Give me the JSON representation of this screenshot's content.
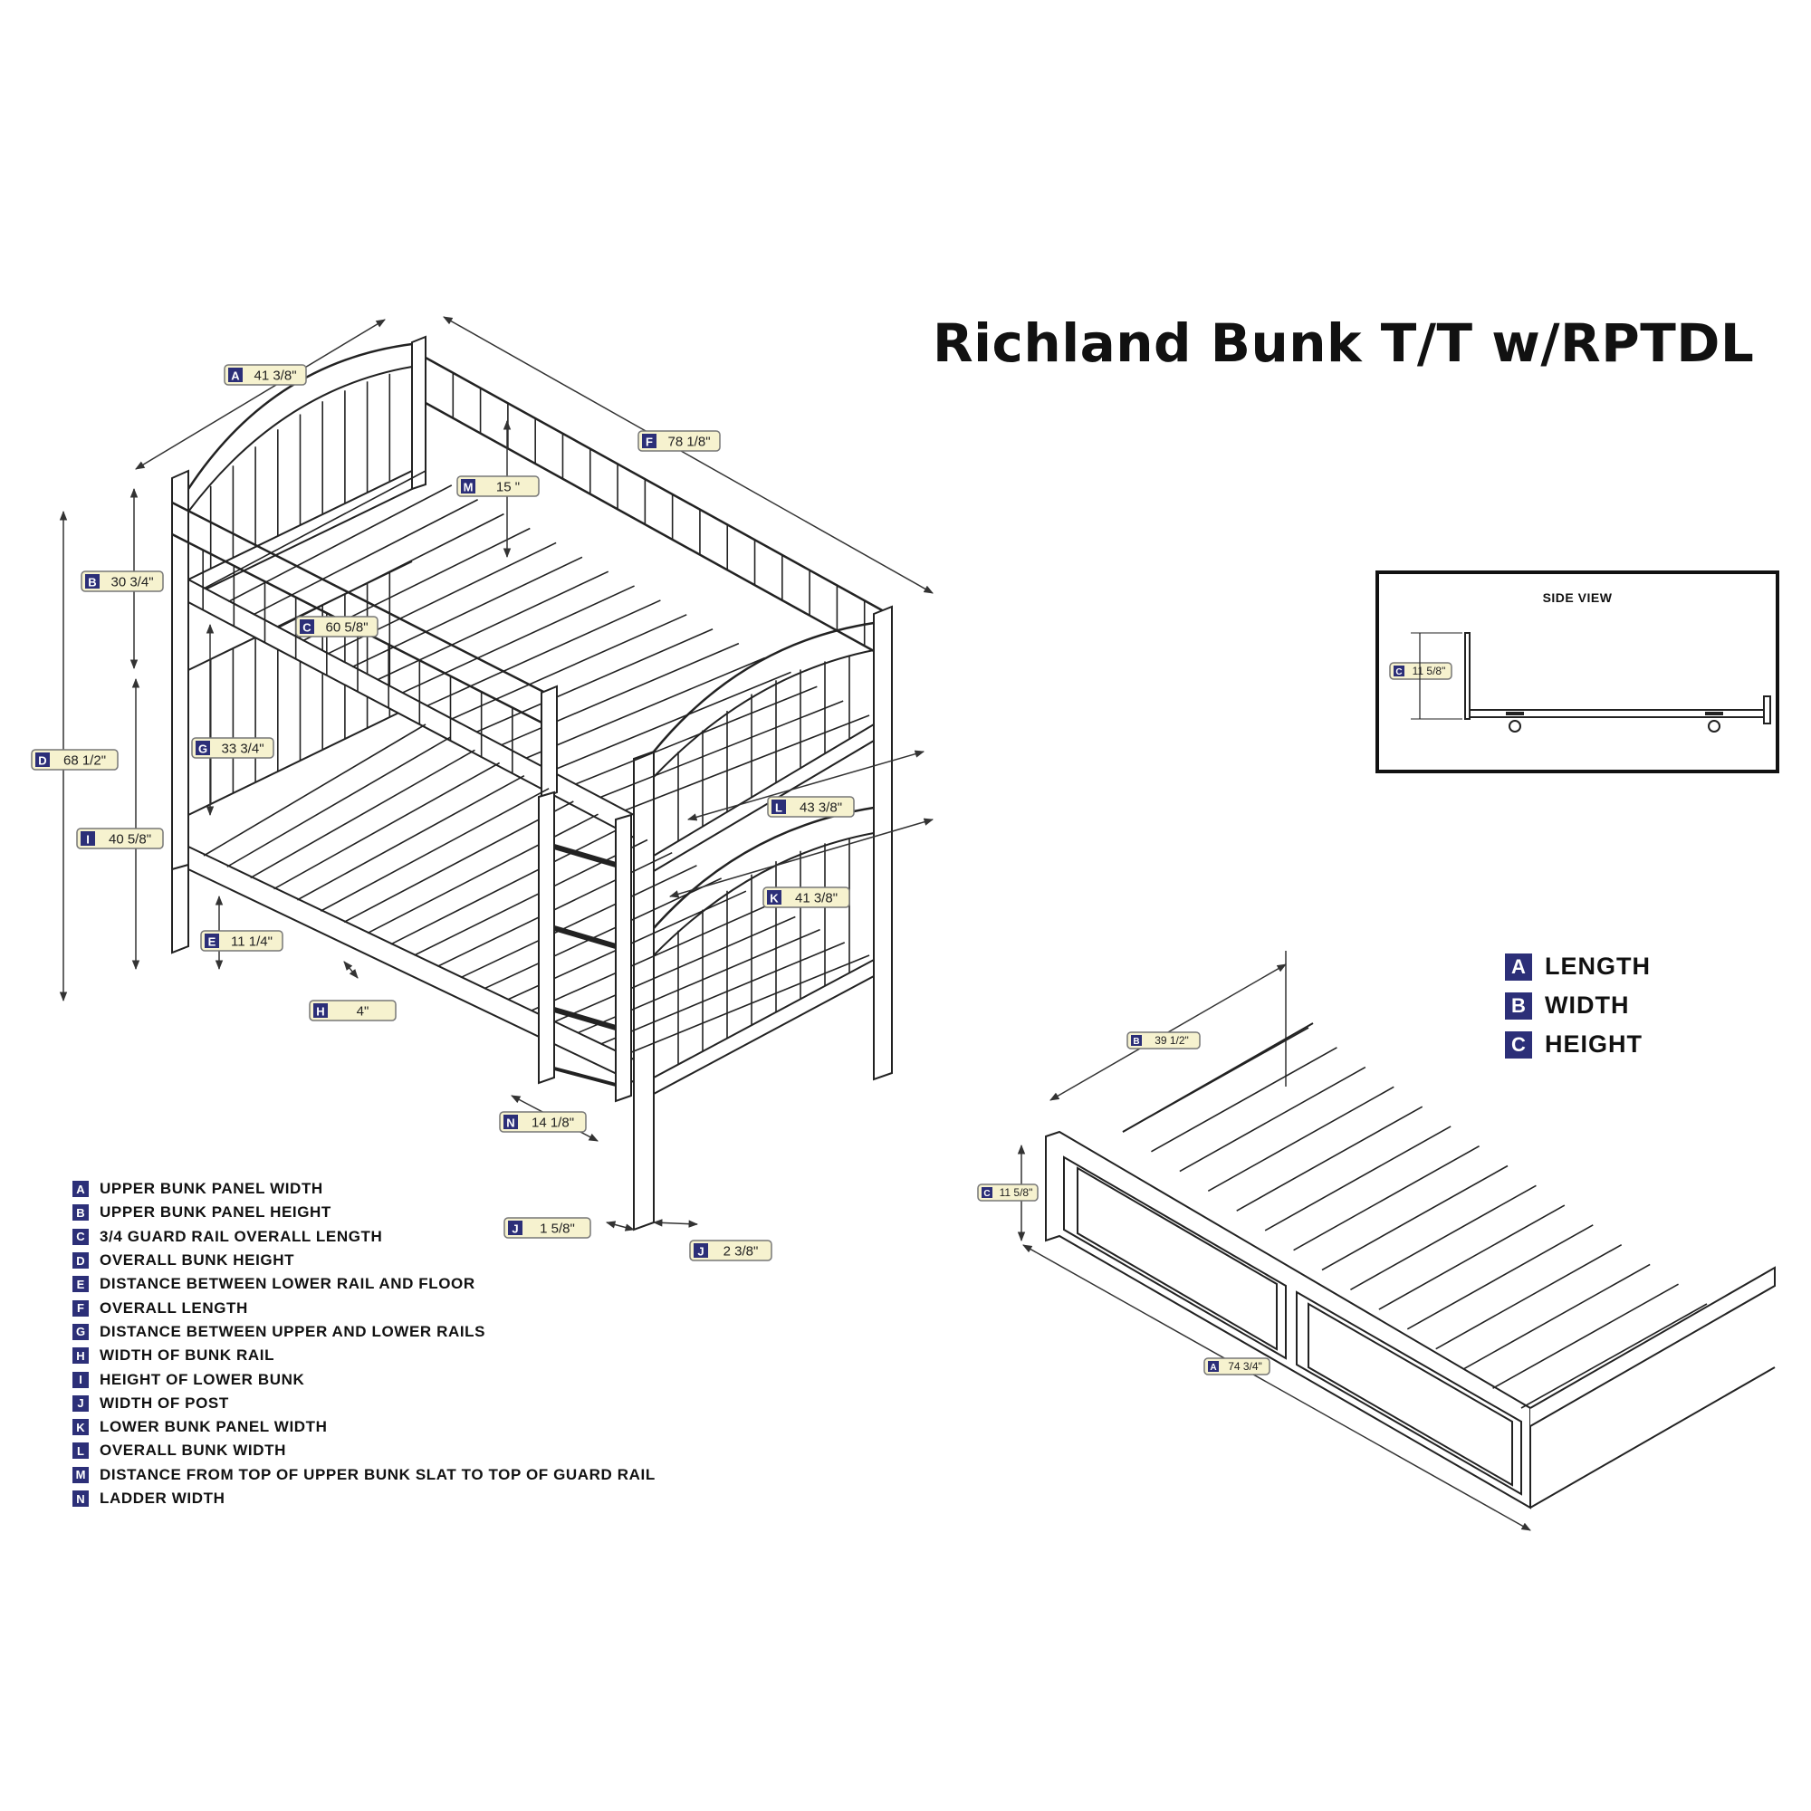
{
  "title": "Richland Bunk T/T w/RPTDL",
  "callouts": [
    {
      "id": "A41",
      "letter": "A",
      "value": "41 3/8\""
    },
    {
      "id": "F",
      "letter": "F",
      "value": "78 1/8\""
    },
    {
      "id": "M",
      "letter": "M",
      "value": "15 \""
    },
    {
      "id": "B",
      "letter": "B",
      "value": "30 3/4\""
    },
    {
      "id": "C60",
      "letter": "C",
      "value": "60 5/8\""
    },
    {
      "id": "D",
      "letter": "D",
      "value": "68 1/2\""
    },
    {
      "id": "G",
      "letter": "G",
      "value": "33 3/4\""
    },
    {
      "id": "I",
      "letter": "I",
      "value": "40 5/8\""
    },
    {
      "id": "L",
      "letter": "L",
      "value": "43 3/8\""
    },
    {
      "id": "K",
      "letter": "K",
      "value": "41 3/8\""
    },
    {
      "id": "E",
      "letter": "E",
      "value": "11 1/4\""
    },
    {
      "id": "H",
      "letter": "H",
      "value": "4\""
    },
    {
      "id": "N",
      "letter": "N",
      "value": "14 1/8\""
    },
    {
      "id": "J1",
      "letter": "J",
      "value": "1 5/8\""
    },
    {
      "id": "J2",
      "letter": "J",
      "value": "2 3/8\""
    },
    {
      "id": "B39",
      "letter": "B",
      "value": "39 1/2\""
    },
    {
      "id": "C11",
      "letter": "C",
      "value": "11 5/8\""
    },
    {
      "id": "A74",
      "letter": "A",
      "value": "74 3/4\""
    },
    {
      "id": "SVC",
      "letter": "C",
      "value": "11 5/8\""
    }
  ],
  "side_view": {
    "title": "SIDE VIEW"
  },
  "key": [
    {
      "letter": "A",
      "text": "LENGTH"
    },
    {
      "letter": "B",
      "text": "WIDTH"
    },
    {
      "letter": "C",
      "text": "HEIGHT"
    }
  ],
  "legend": [
    {
      "letter": "A",
      "text": "UPPER BUNK PANEL WIDTH"
    },
    {
      "letter": "B",
      "text": "UPPER BUNK PANEL HEIGHT"
    },
    {
      "letter": "C",
      "text": "3/4 GUARD RAIL OVERALL LENGTH"
    },
    {
      "letter": "D",
      "text": "OVERALL BUNK HEIGHT"
    },
    {
      "letter": "E",
      "text": "DISTANCE BETWEEN LOWER RAIL AND FLOOR"
    },
    {
      "letter": "F",
      "text": "OVERALL LENGTH"
    },
    {
      "letter": "G",
      "text": "DISTANCE BETWEEN UPPER AND LOWER RAILS"
    },
    {
      "letter": "H",
      "text": "WIDTH OF BUNK RAIL"
    },
    {
      "letter": "I",
      "text": "HEIGHT OF LOWER BUNK"
    },
    {
      "letter": "J",
      "text": "WIDTH OF POST"
    },
    {
      "letter": "K",
      "text": "LOWER BUNK PANEL WIDTH"
    },
    {
      "letter": "L",
      "text": "OVERALL BUNK WIDTH"
    },
    {
      "letter": "M",
      "text": "DISTANCE FROM TOP OF UPPER BUNK SLAT TO TOP OF GUARD RAIL"
    },
    {
      "letter": "N",
      "text": "LADDER WIDTH"
    }
  ],
  "colors": {
    "badge": "#2c2f78",
    "callout_fill": "#f6f2cf",
    "callout_border": "#777777",
    "line": "#222222"
  }
}
